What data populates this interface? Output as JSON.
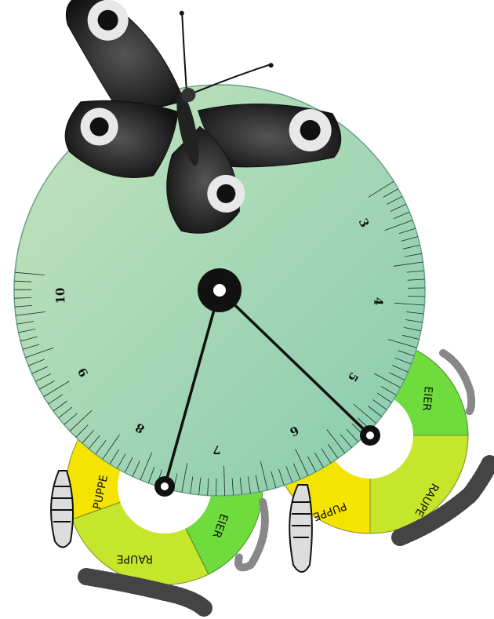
{
  "dial": {
    "month_labels": [
      "3",
      "4",
      "5",
      "6",
      "7",
      "8",
      "9",
      "10"
    ]
  },
  "wheel_left": {
    "sectors": [
      "PUPPE",
      "RAUPE",
      "EIER"
    ]
  },
  "wheel_right": {
    "sectors": [
      "EIER",
      "RAUPE",
      "PUPPE"
    ]
  },
  "colors": {
    "dial_fill_top": "#bfe0b8",
    "dial_fill_bottom": "#8fcfb0",
    "dial_edge": "#5b8f77",
    "puppe": "#f4e400",
    "raupe": "#c6e62c",
    "eier": "#6fdc3e",
    "ink": "#111111"
  },
  "icons": {
    "butterfly": "peacock-butterfly-illustration",
    "pupa": "pupa-illustration",
    "caterpillar": "caterpillar-illustration",
    "eggs": "egg-cluster-illustration"
  }
}
